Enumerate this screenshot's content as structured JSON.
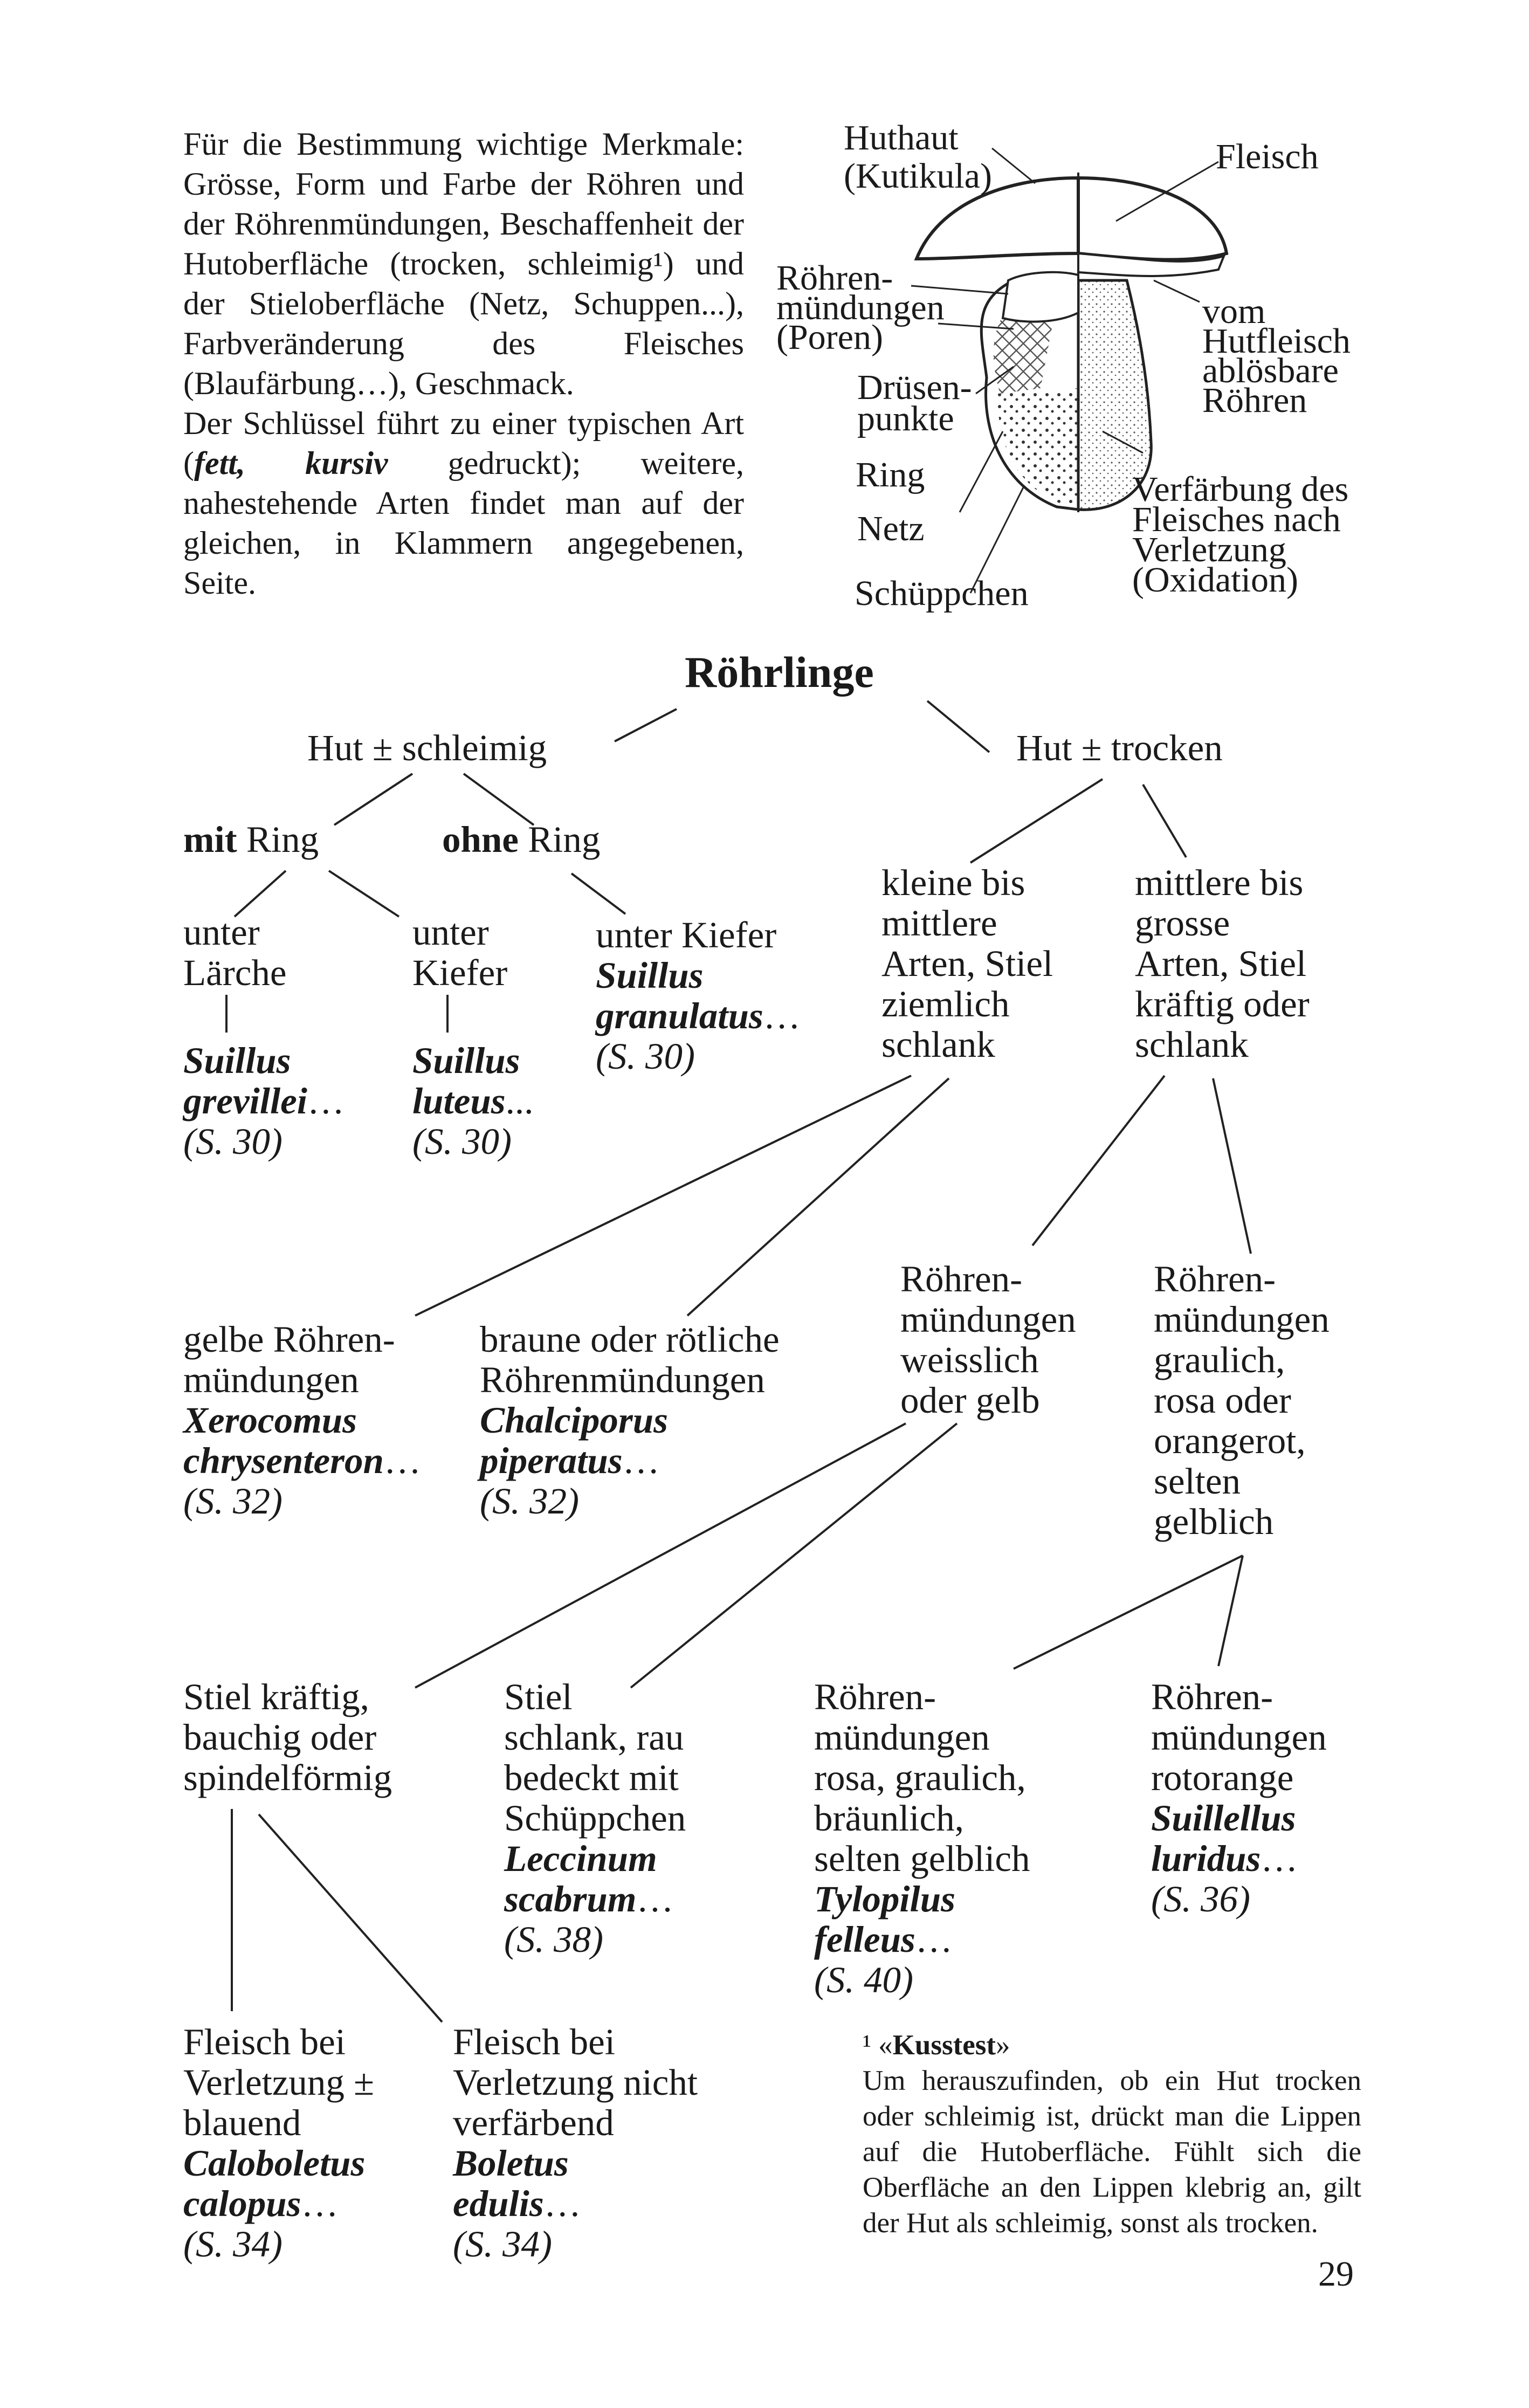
{
  "intro": {
    "p1": "Für die Bestimmung wichtige Merkmale: Grösse, Form und Farbe der Röhren und der Röhrenmündungen, Beschaffenheit der Hutoberfläche (trocken, schleimig¹) und der Stieloberfläche (Netz, Schuppen...), Farbveränderung des Fleisches (Blaufärbung…), Geschmack.",
    "p2a": "Der Schlüssel führt zu einer typischen Art (",
    "p2b": "fett, kursiv",
    "p2c": " gedruckt); weitere, nahestehende Arten findet man auf der gleichen, in Klammern angegebenen, Seite."
  },
  "diagram_labels": {
    "huthaut": "Huthaut\n(Kutikula)",
    "fleisch": "Fleisch",
    "roehrenmuendungen": "Röhren-\nmündungen\n(Poren)",
    "druesenpunkte": "Drüsen-\npunkte",
    "ring": "Ring",
    "netz": "Netz",
    "schueppchen": "Schüppchen",
    "abloesbar": "vom\nHutfleisch\nablösbare\nRöhren",
    "verfaerbung": "Verfärbung des\nFleisches nach\nVerletzung\n(Oxidation)"
  },
  "key": {
    "title": "Röhrlinge",
    "schleimig": "Hut ± schleimig",
    "trocken": "Hut ± trocken",
    "mit_bold": "mit",
    "mit_rest": " Ring",
    "ohne_bold": "ohne",
    "ohne_rest": " Ring",
    "laerche": "unter\nLärche",
    "kiefer": "unter\nKiefer",
    "kiefer2": "unter Kiefer",
    "grevillei_name": "Suillus\ngrevillei",
    "grevillei_dots": "…",
    "grevillei_page": "(S. 30)",
    "luteus_name": "Suillus\nluteus",
    "luteus_dots": "...",
    "luteus_page": "(S. 30)",
    "granulatus_name": "Suillus\ngranulatus",
    "granulatus_dots": "…",
    "granulatus_page": "(S. 30)",
    "klein": "kleine bis\nmittlere\nArten, Stiel\nziemlich\nschlank",
    "gross": "mittlere bis\ngrosse\nArten, Stiel\nkräftig oder\nschlank",
    "gelb": "gelbe Röhren-\nmündungen",
    "xerocomus_name": "Xerocomus\nchrysenteron",
    "xerocomus_dots": "…",
    "xerocomus_page": "(S. 32)",
    "braun": "braune oder rötliche\nRöhrenmündungen",
    "chalciporus_name": "Chalciporus\npiperatus",
    "chalciporus_dots": "…",
    "chalciporus_page": "(S. 32)",
    "weiss": "Röhren-\nmündungen\nweisslich\noder gelb",
    "grau": "Röhren-\nmündungen\ngraulich,\nrosa oder\norangerot,\nselten\ngelblich",
    "kraeftig": "Stiel kräftig,\nbauchig oder\nspindelförmig",
    "schlank": "Stiel\nschlank, rau\nbedeckt mit\nSchüppchen",
    "leccinum_name": "Leccinum\nscabrum",
    "leccinum_dots": "…",
    "leccinum_page": "(S. 38)",
    "rosa": "Röhren-\nmündungen\nrosa, graulich,\nbräunlich,\nselten gelblich",
    "tylopilus_name": "Tylopilus\nfelleus",
    "tylopilus_dots": "…",
    "tylopilus_page": "(S. 40)",
    "rotorange": "Röhren-\nmündungen\nrotorange",
    "suillellus_name": "Suillellus\nluridus",
    "suillellus_dots": "…",
    "suillellus_page": "(S. 36)",
    "blauend": "Fleisch bei\nVerletzung ±\nblauend",
    "caloboletus_name": "Caloboletus\ncalopus",
    "caloboletus_dots": "…",
    "caloboletus_page": "(S. 34)",
    "nicht": "Fleisch bei\nVerletzung nicht\nverfärbend",
    "boletus_name": "Boletus\nedulis",
    "boletus_dots": "…",
    "boletus_page": "(S. 34)"
  },
  "footnote": {
    "mark": "¹ «",
    "title": "Kusstest",
    "close": "»",
    "text": "Um herauszufinden, ob ein Hut trocken oder schleimig ist, drückt man die Lippen auf die Hutoberfläche. Fühlt sich die Oberfläche an den Lippen klebrig an, gilt der Hut als schleimig, sonst als trocken."
  },
  "page_number": "29"
}
